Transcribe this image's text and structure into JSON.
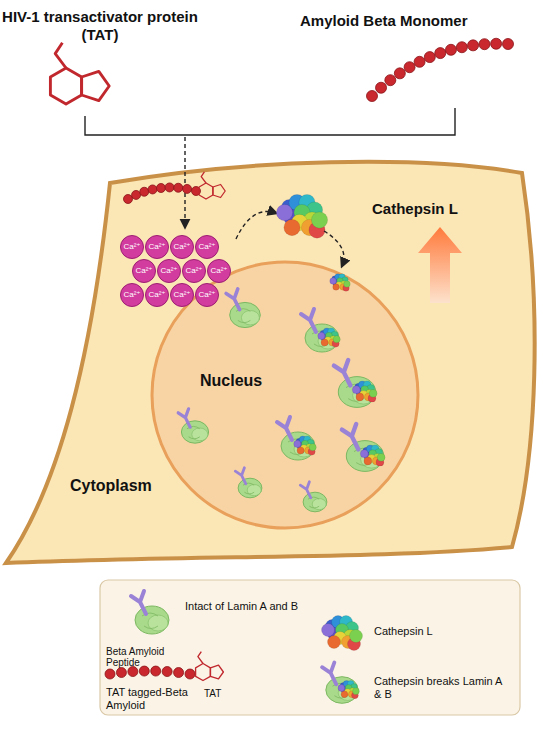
{
  "diagram": {
    "nodes": [
      {
        "text": [
          "Cytoplasm"
        ]
      },
      {
        "text": [
          "Nucleus"
        ],
        "in": 0
      }
    ],
    "labels": [
      "HIV-1 transactivator protein (TAT)",
      "Amyloid Beta Monomer",
      "Cathepsin L",
      "Ca²⁺",
      "Ca²⁺",
      "Ca²⁺",
      "Ca²⁺",
      "Ca²⁺",
      "Ca²⁺",
      "Ca²⁺",
      "Ca²⁺",
      "Ca²⁺",
      "Ca²⁺",
      "Ca²⁺",
      "Ca²⁺",
      "Beta Amyloid Peptide",
      "TAT"
    ],
    "legend": [
      {
        "text": "Intact of Lamin A and B"
      },
      {
        "text": "Cathepsin L"
      },
      {
        "text": "TAT tagged-Beta Amyloid"
      },
      {
        "text": "Cathepsin breaks Lamin A & B"
      }
    ]
  }
}
